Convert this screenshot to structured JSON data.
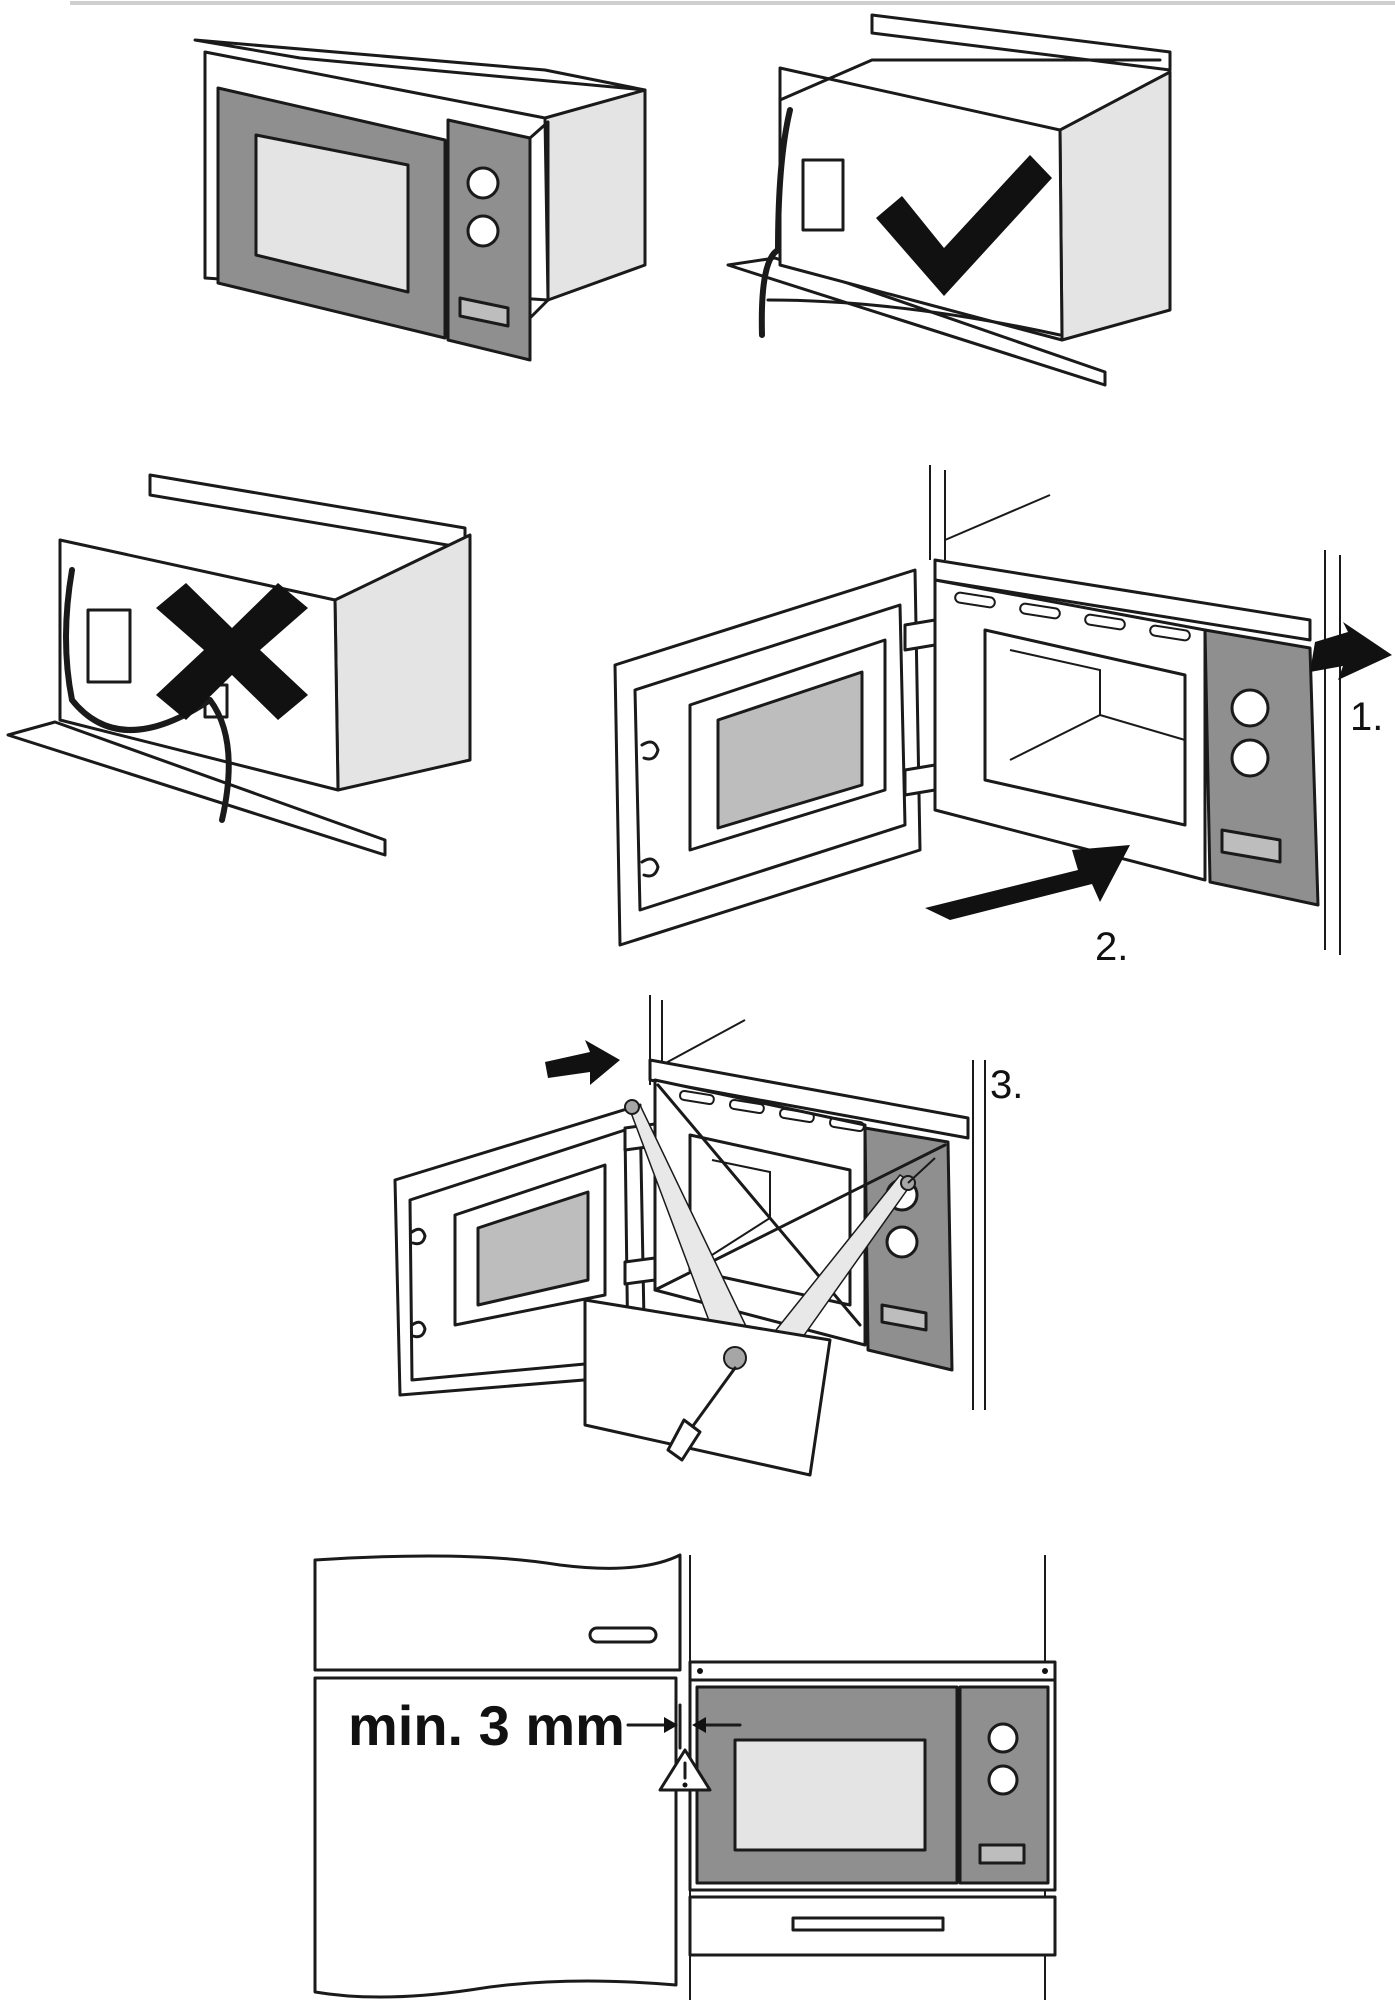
{
  "steps": {
    "step1": "1.",
    "step2": "2.",
    "step3": "3."
  },
  "gap_label": "min. 3 mm",
  "icons": {
    "correct": "checkmark-icon",
    "incorrect": "cross-icon",
    "warning": "warning-triangle-icon",
    "direction": "arrow-icon"
  },
  "colors": {
    "line": "#1a1a1a",
    "panel_dark": "#8f8f8f",
    "panel_mid": "#bdbdbd",
    "panel_light": "#e4e4e4"
  }
}
